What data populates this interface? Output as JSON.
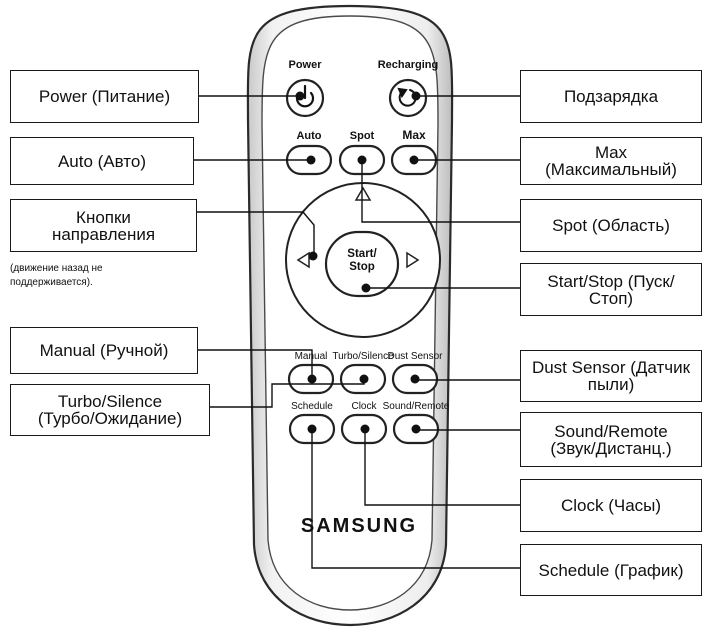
{
  "remote": {
    "brand": "SAMSUNG",
    "buttons": {
      "power": "Power",
      "recharging": "Recharging",
      "auto": "Auto",
      "spot": "Spot",
      "max": "Max",
      "start_stop": "Start/\nStop",
      "manual": "Manual",
      "turbo_silence": "Turbo/Silence",
      "dust_sensor": "Dust Sensor",
      "schedule": "Schedule",
      "clock": "Clock",
      "sound_remote": "Sound/Remote"
    }
  },
  "callouts": {
    "power": "Power (Питание)",
    "recharging": "Подзарядка",
    "auto": "Auto (Авто)",
    "max": "Max\n(Максимальный)",
    "direction": "Кнопки\nнаправления",
    "direction_note": "(движение назад не\nподдерживается).",
    "spot": "Spot (Область)",
    "start_stop": "Start/Stop (Пуск/\nСтоп)",
    "manual": "Manual (Ручной)",
    "dust_sensor": "Dust Sensor (Датчик\nпыли)",
    "turbo_silence": "Turbo/Silence\n(Турбо/Ожидание)",
    "sound_remote": "Sound/Remote\n(Звук/Дистанц.)",
    "clock": "Clock (Часы)",
    "schedule": "Schedule (График)"
  }
}
